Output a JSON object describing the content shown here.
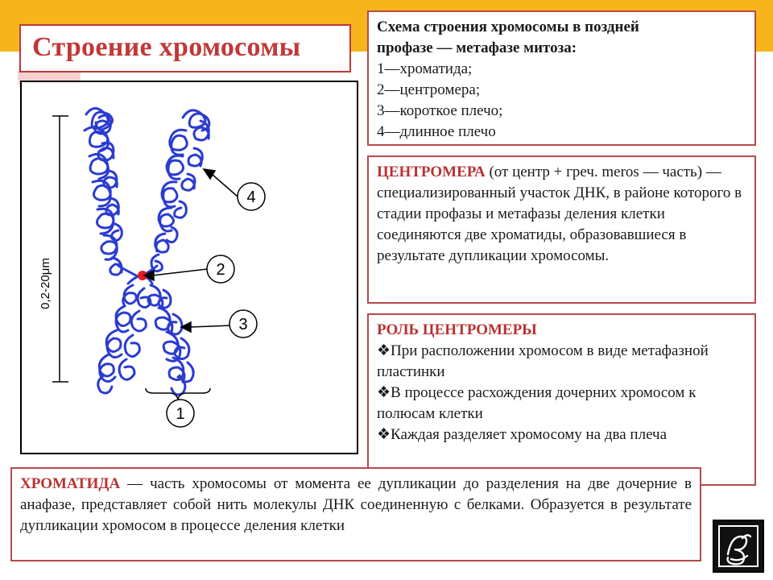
{
  "slide": {
    "title": "Строение хромосомы"
  },
  "diagram": {
    "scale_label": "0,2-20μm",
    "markers": [
      "1",
      "2",
      "3",
      "4"
    ],
    "colors": {
      "chromatid": "#2b3bd1",
      "centromere": "#e31b23"
    }
  },
  "legend_box": {
    "heading_line1": "Схема строения хромосомы в поздней",
    "heading_line2": "профазе — метафазе митоза:",
    "items": [
      "1—хроматида;",
      "2—центромера;",
      "3—короткое плечо;",
      "4—длинное плечо"
    ]
  },
  "centromere_box": {
    "term": "ЦЕНТРОМЕРА",
    "definition": " (от центр + греч. meros — часть) — специализированный участок ДНК, в районе которого в стадии профазы и метафазы деления клетки соединяются две хроматиды, образовавшиеся в результате дупликации хромосомы."
  },
  "role_box": {
    "heading": "РОЛЬ ЦЕНТРОМЕРЫ",
    "bullet_symbol": "❖",
    "items": [
      "При расположении хромосом в виде метафазной пластинки",
      "В процессе расхождения дочерних хромосом к полюсам клетки",
      "Каждая разделяет хромосому на два плеча"
    ]
  },
  "chromatid_box": {
    "term": "ХРОМАТИДА",
    "definition": " — часть хромосомы от момента ее дупликации до разделения на две дочерние в анафазе, представляет собой нить молекулы ДНК соединенную с белками.  Образуется в результате дупликации хромосом в процессе деления клетки"
  },
  "logo": {
    "icon": "calligraphic-monogram-icon"
  }
}
